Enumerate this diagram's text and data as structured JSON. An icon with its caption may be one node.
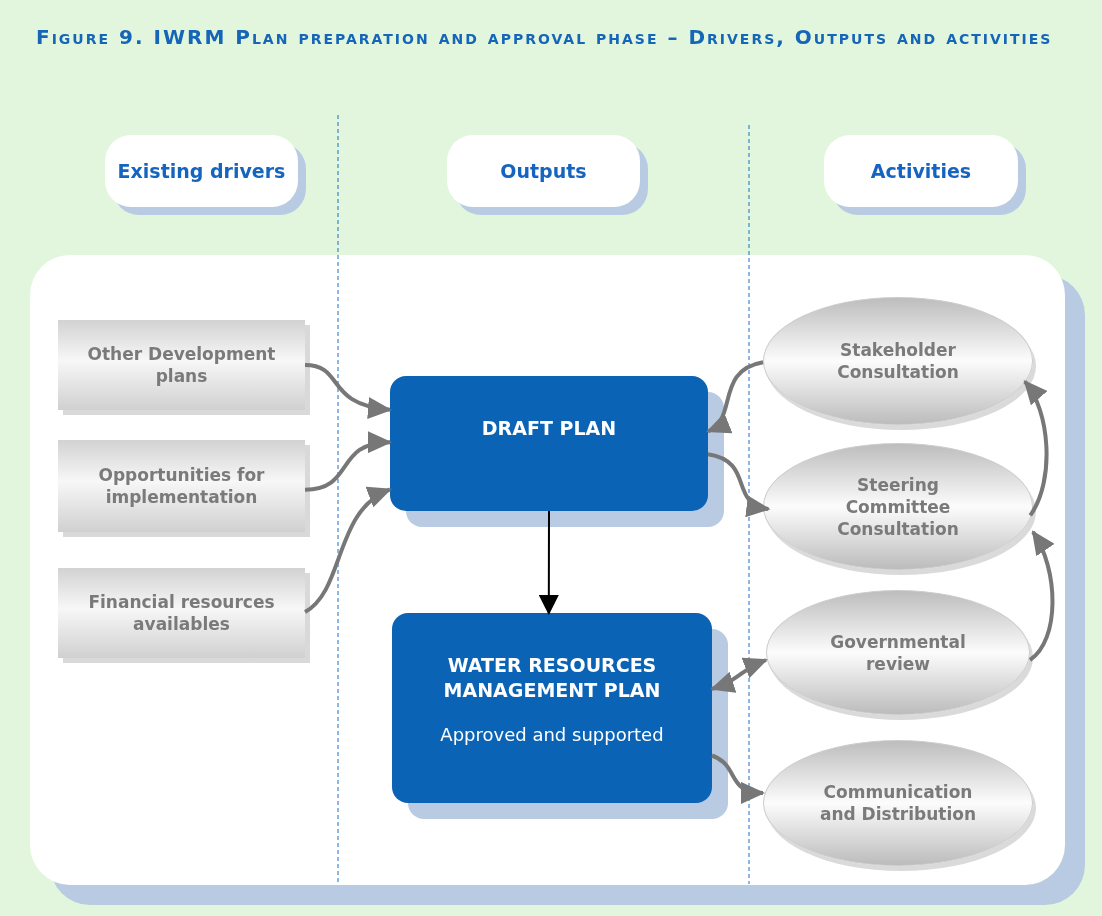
{
  "diagram": {
    "title": "Figure 9. IWRM Plan preparation and approval phase – Drivers, Outputs and activities",
    "nodes": [
      {
        "text": [
          "Existing drivers"
        ]
      },
      {
        "text": [
          "Outputs"
        ]
      },
      {
        "text": [
          "Activities"
        ]
      },
      {
        "text": [
          "Other Development plans"
        ]
      },
      {
        "text": [
          "Opportunities for implementation"
        ]
      },
      {
        "text": [
          "Financial resources availables"
        ]
      },
      {
        "text": [
          "DRAFT PLAN"
        ]
      },
      {
        "text": [
          "WATER RESOURCES MANAGEMENT PLAN",
          "Approved and supported"
        ]
      },
      {
        "text": [
          "Stakeholder Consultation"
        ]
      },
      {
        "text": [
          "Steering Committee Consultation"
        ]
      },
      {
        "text": [
          "Governmental review"
        ]
      },
      {
        "text": [
          "Communication and Distribution"
        ]
      }
    ],
    "edges": [
      {
        "from": 3,
        "to": 6,
        "arrow": "to"
      },
      {
        "from": 4,
        "to": 6,
        "arrow": "to"
      },
      {
        "from": 5,
        "to": 6,
        "arrow": "to"
      },
      {
        "from": 8,
        "to": 6,
        "arrow": "to"
      },
      {
        "from": 6,
        "to": 9,
        "arrow": "to"
      },
      {
        "from": 6,
        "to": 7,
        "arrow": "to",
        "color": "#000000"
      },
      {
        "from": 10,
        "to": 7,
        "arrow": "both"
      },
      {
        "from": 7,
        "to": 11,
        "arrow": "to"
      },
      {
        "from": 9,
        "to": 8,
        "arrow": "to"
      },
      {
        "from": 10,
        "to": 9,
        "arrow": "to"
      }
    ]
  }
}
